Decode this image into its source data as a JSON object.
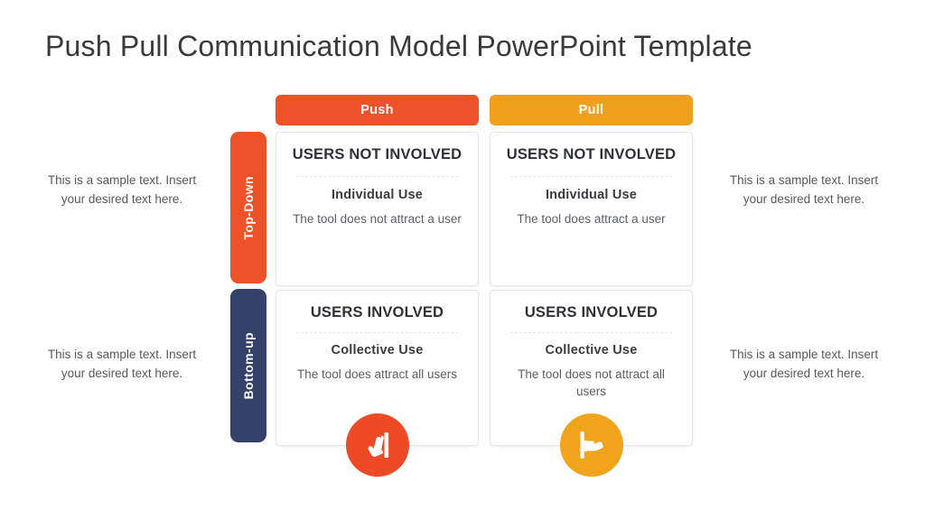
{
  "slide": {
    "title": "Push Pull Communication Model PowerPoint Template",
    "background_color": "#ffffff",
    "title_color": "#3a3a3a"
  },
  "colors": {
    "push": "#ee5228",
    "pull": "#efa01c",
    "top_down": "#ee5228",
    "bottom_up": "#344269",
    "card_border": "#e4e6e8",
    "body_text": "#5c5f63"
  },
  "columns": [
    {
      "label": "Push",
      "color": "#ee5228"
    },
    {
      "label": "Pull",
      "color": "#efa01c"
    }
  ],
  "rows": [
    {
      "label": "Top-Down",
      "color": "#ee5228"
    },
    {
      "label": "Bottom-up",
      "color": "#344269"
    }
  ],
  "cards": [
    {
      "heading": "USERS NOT INVOLVED",
      "subtitle": "Individual Use",
      "description": "The tool does not attract a user"
    },
    {
      "heading": "USERS NOT INVOLVED",
      "subtitle": "Individual Use",
      "description": "The tool does attract a user"
    },
    {
      "heading": "USERS INVOLVED",
      "subtitle": "Collective Use",
      "description": "The tool does attract all users"
    },
    {
      "heading": "USERS INVOLVED",
      "subtitle": "Collective Use",
      "description": "The tool does not attract all users"
    }
  ],
  "icons": [
    {
      "name": "hand-push-icon",
      "color": "#ee4a25"
    },
    {
      "name": "hand-pull-icon",
      "color": "#efa41c"
    }
  ],
  "side_text": {
    "left_top": "This is a sample text. Insert your desired text here.",
    "left_bottom": "This is a sample text. Insert your desired text here.",
    "right_top": "This is a sample text. Insert your desired text here.",
    "right_bottom": "This is a sample text. Insert your desired text here."
  }
}
